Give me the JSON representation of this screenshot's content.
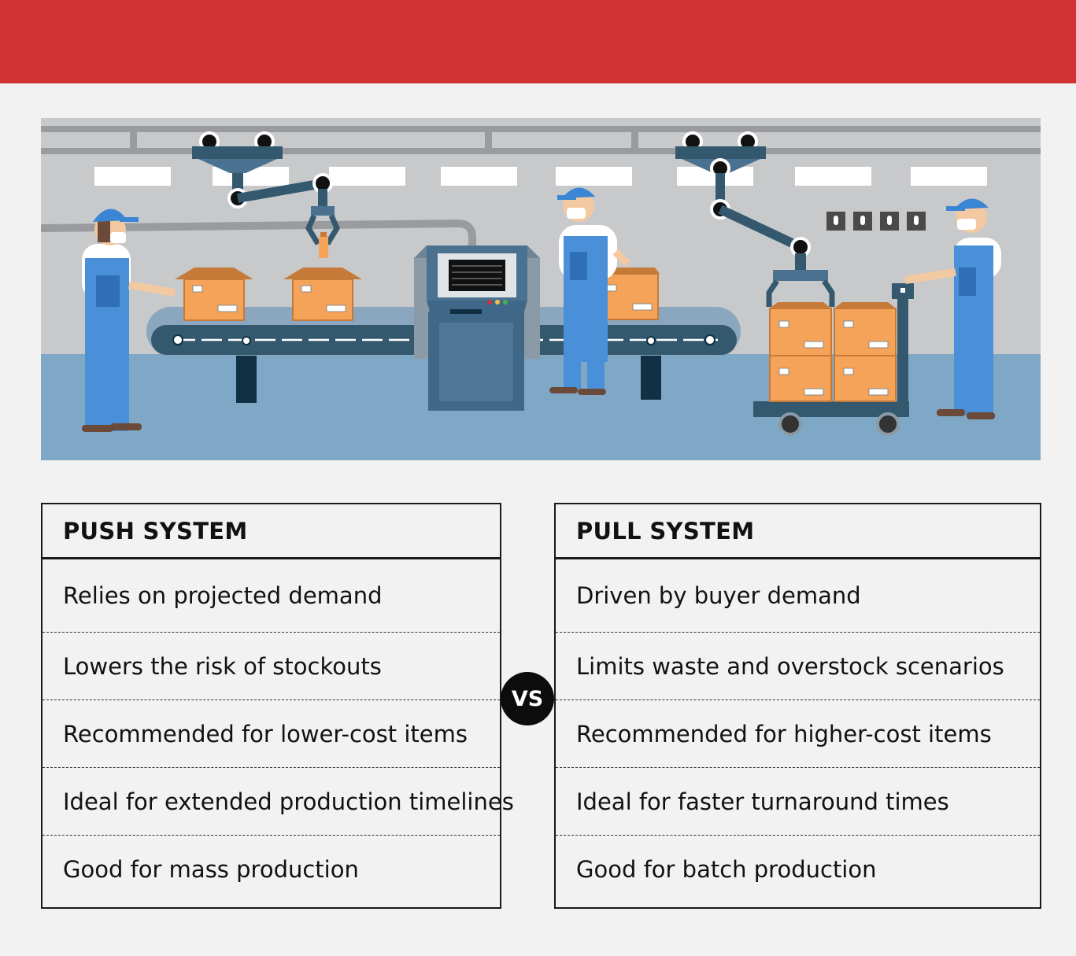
{
  "colors": {
    "banner": "#d03334",
    "background": "#f2f2f2",
    "floor": "#7fa8c6",
    "wall": "#c8c9cb",
    "machine": "#3f6888",
    "box": "#f6a35a",
    "worker_uniform": "#4a90d9"
  },
  "illustration": {
    "scene": "factory-conveyor-line",
    "icons": [
      "robot-arm-icon",
      "conveyor-belt-icon",
      "control-machine-icon",
      "cardboard-box-icon",
      "factory-worker-icon",
      "hand-truck-icon"
    ]
  },
  "push": {
    "title": "PUSH SYSTEM",
    "items": [
      "Relies on projected demand",
      "Lowers the risk of stockouts",
      "Recommended for lower-cost items",
      "Ideal for extended production timelines",
      "Good for mass production"
    ]
  },
  "pull": {
    "title": "PULL SYSTEM",
    "items": [
      "Driven by buyer demand",
      "Limits waste and overstock scenarios",
      "Recommended for higher-cost items",
      "Ideal for faster turnaround times",
      "Good for batch production"
    ]
  },
  "vs_label": "VS"
}
